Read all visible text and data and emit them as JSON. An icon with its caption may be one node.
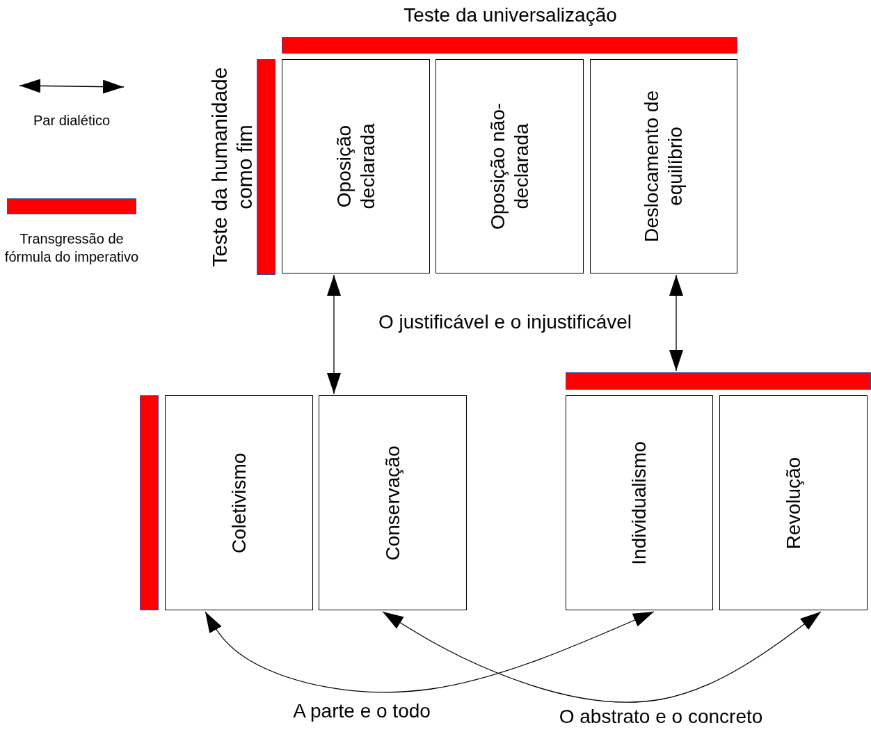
{
  "diagram": {
    "nodes": [
      {
        "text": [
          "Teste da universalização"
        ]
      },
      {
        "text": [
          "Teste da humanidade como fim"
        ]
      },
      {
        "text": [
          "Oposição declarada"
        ]
      },
      {
        "text": [
          "Oposição não-declarada"
        ]
      },
      {
        "text": [
          "Deslocamento de equilíbrio"
        ]
      },
      {
        "text": [],
        "shape": "bar"
      },
      {
        "text": [],
        "shape": "bar"
      },
      {
        "text": [
          "Coletivismo"
        ]
      },
      {
        "text": [
          "Conservação"
        ]
      },
      {
        "text": [
          "Individualismo"
        ]
      },
      {
        "text": [
          "Revolução"
        ]
      }
    ],
    "edges": [
      {
        "from": 2,
        "to": 8,
        "arrow": "both"
      },
      {
        "from": 4,
        "to": 5,
        "arrow": "both"
      },
      {
        "from": 7,
        "to": 9,
        "arrow": "both",
        "label": "A parte e o todo"
      },
      {
        "from": 8,
        "to": 10,
        "arrow": "both",
        "label": "O abstrato e o concreto"
      }
    ],
    "labels": [
      "O justificável e o injustificável"
    ],
    "legend": [
      {
        "text": "Par dialético"
      },
      {
        "text": "Transgressão de fórmula do imperativo",
        "color": "#ff0000"
      }
    ]
  }
}
